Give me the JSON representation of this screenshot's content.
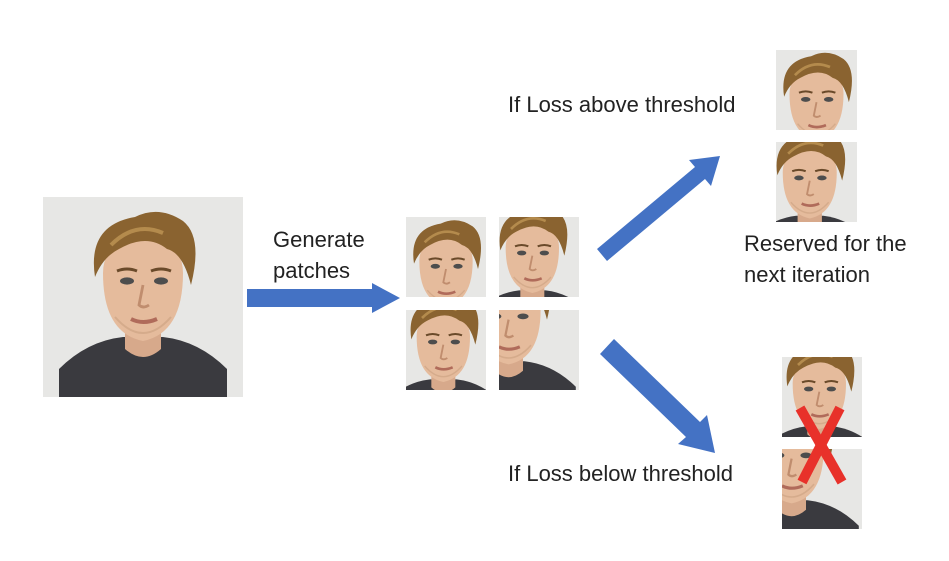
{
  "labels": {
    "generate_line1": "Generate",
    "generate_line2": "patches",
    "above": "If Loss above threshold",
    "reserved_line1": "Reserved for the",
    "reserved_line2": "next iteration",
    "below": "If Loss below threshold"
  },
  "colors": {
    "arrow": "#4472c4",
    "cross": "#e8312a",
    "photo_background": "#e7e7e5"
  },
  "images": {
    "source": "portrait-photo",
    "patches": [
      "patch-top-left",
      "patch-top-right",
      "patch-bottom-left",
      "patch-bottom-right"
    ],
    "kept": [
      "kept-patch-1",
      "kept-patch-2"
    ],
    "discarded": [
      "discarded-patch-1",
      "discarded-patch-2"
    ]
  }
}
